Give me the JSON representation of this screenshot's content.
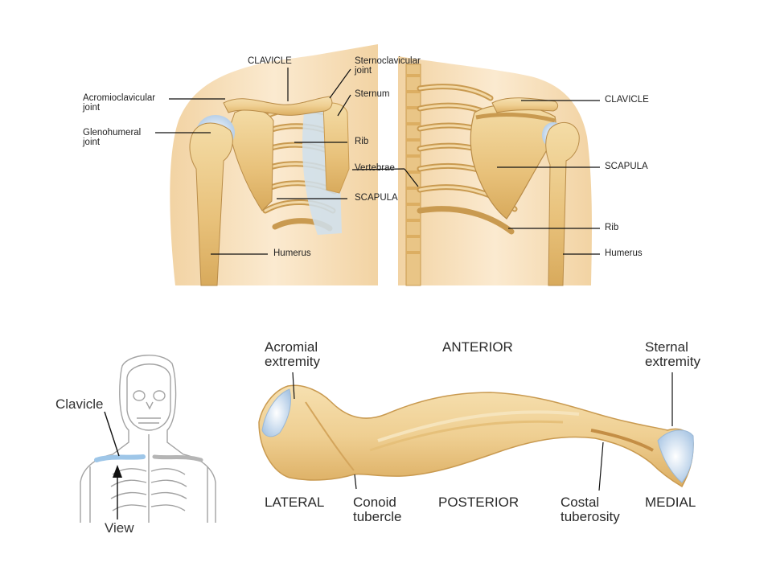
{
  "colors": {
    "skin": "#f7e1bd",
    "bone": "#ecc986",
    "bone_dark": "#c99a50",
    "bone_light": "#f6e2b4",
    "cartilage": "#bcd3ea",
    "leader": "#111111",
    "highlight": "#9ec6e8"
  },
  "figure_top": {
    "labels": {
      "clavicle_anterior": "CLAVICLE",
      "sternoclavicular": "Sternoclavicular\njoint",
      "acromioclavicular": "Acromioclavicular\njoint",
      "sternum": "Sternum",
      "glenohumeral": "Glenohumeral\njoint",
      "rib_anterior": "Rib",
      "vertebrae": "Vertebrae",
      "scapula_anterior": "SCAPULA",
      "humerus_anterior": "Humerus",
      "clavicle_posterior": "CLAVICLE",
      "scapula_posterior": "SCAPULA",
      "rib_posterior": "Rib",
      "humerus_posterior": "Humerus"
    }
  },
  "figure_bottom": {
    "skeleton_inset": {
      "clavicle_label": "Clavicle",
      "view_label": "View"
    },
    "clavicle_labels": {
      "acromial_extremity": "Acromial\nextremity",
      "anterior": "ANTERIOR",
      "sternal_extremity": "Sternal\nextremity",
      "lateral": "LATERAL",
      "conoid_tubercle": "Conoid\ntubercle",
      "posterior": "POSTERIOR",
      "costal_tuberosity": "Costal\ntuberosity",
      "medial": "MEDIAL"
    }
  }
}
